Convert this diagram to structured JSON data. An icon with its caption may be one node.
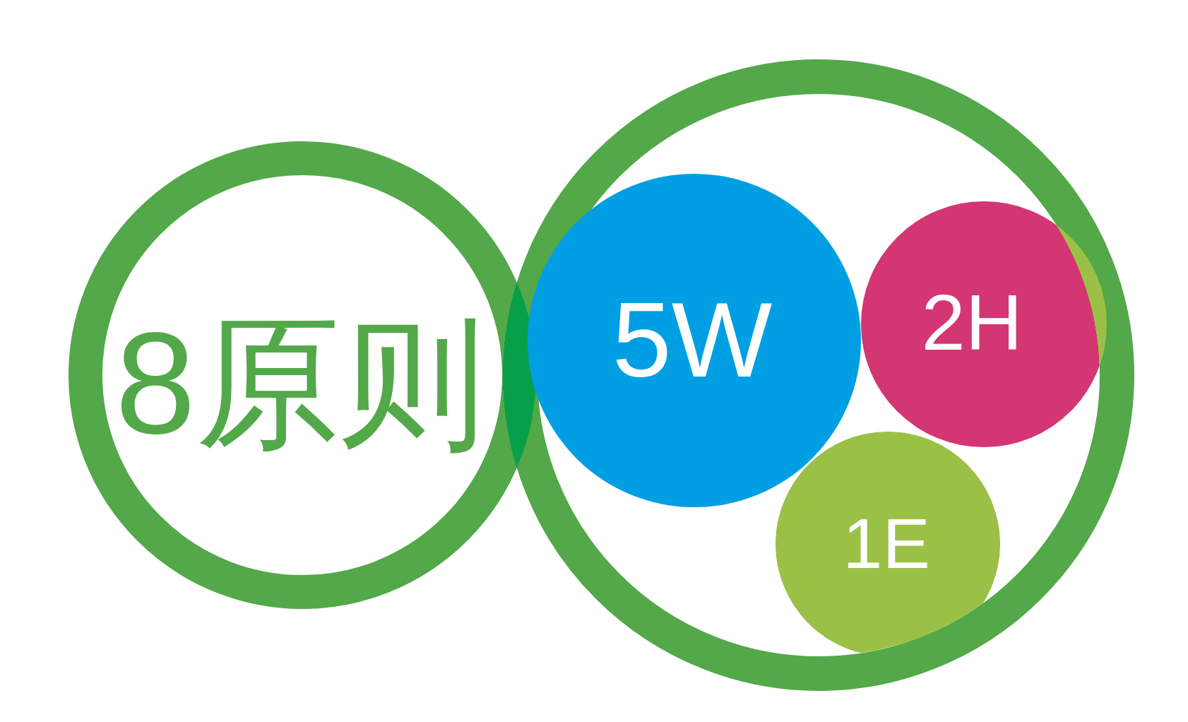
{
  "diagram": {
    "nodes": [
      {
        "text": [
          "8原则"
        ]
      },
      {
        "text": [],
        "shape": "circle"
      },
      {
        "text": [
          "5W"
        ],
        "in": 1
      },
      {
        "text": [
          "2H"
        ],
        "in": 1
      },
      {
        "text": [
          "1E"
        ],
        "in": 1
      }
    ]
  }
}
